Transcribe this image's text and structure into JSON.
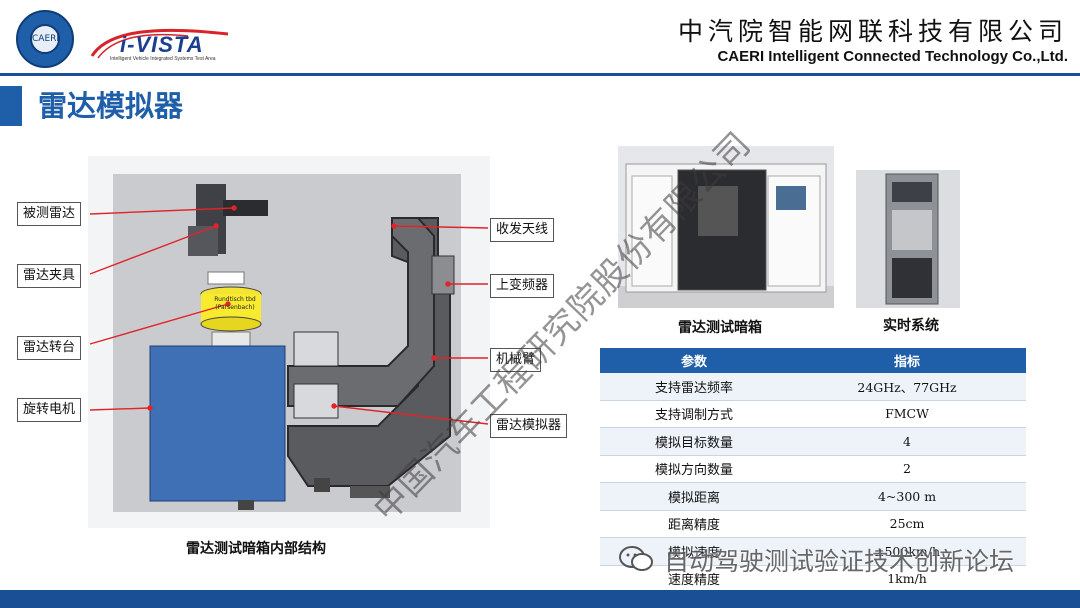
{
  "header": {
    "company_cn": "中汽院智能网联科技有限公司",
    "company_en": "CAERI Intelligent Connected Technology Co.,Ltd.",
    "ivista_logo": "i-VISTA",
    "ivista_tagline": "Intelligent Vehicle Integrated Systems Test Area",
    "seal_text": "CAERI"
  },
  "page_title": "雷达模拟器",
  "diagram": {
    "caption": "雷达测试暗箱内部结构",
    "callouts": {
      "dut_radar": "被测雷达",
      "radar_fixture": "雷达夹具",
      "radar_turntable": "雷达转台",
      "rotary_motor": "旋转电机",
      "tx_rx_antenna": "收发天线",
      "upconverter": "上变频器",
      "robot_arm": "机械臂",
      "radar_simulator": "雷达模拟器"
    },
    "drum_label": "Rundtisch tbd (Parsenbach)"
  },
  "photos": {
    "chamber_caption": "雷达测试暗箱",
    "realtime_caption": "实时系统"
  },
  "spec_table": {
    "headers": [
      "参数",
      "指标"
    ],
    "rows": [
      [
        "支持雷达频率",
        "24GHz、77GHz"
      ],
      [
        "支持调制方式",
        "FMCW"
      ],
      [
        "模拟目标数量",
        "4"
      ],
      [
        "模拟方向数量",
        "2"
      ],
      [
        "模拟距离",
        "4~300 m"
      ],
      [
        "距离精度",
        "25cm"
      ],
      [
        "模拟速度",
        "±500km/h"
      ],
      [
        "速度精度",
        "1km/h"
      ]
    ]
  },
  "watermarks": {
    "diagonal": "中国汽车工程研究院股份有限公司",
    "wechat": "自动驾驶测试验证技术创新论坛"
  },
  "colors": {
    "brand_blue": "#1f5ea8",
    "dark_blue": "#1a4f96",
    "arrow_red": "#e0242a"
  }
}
